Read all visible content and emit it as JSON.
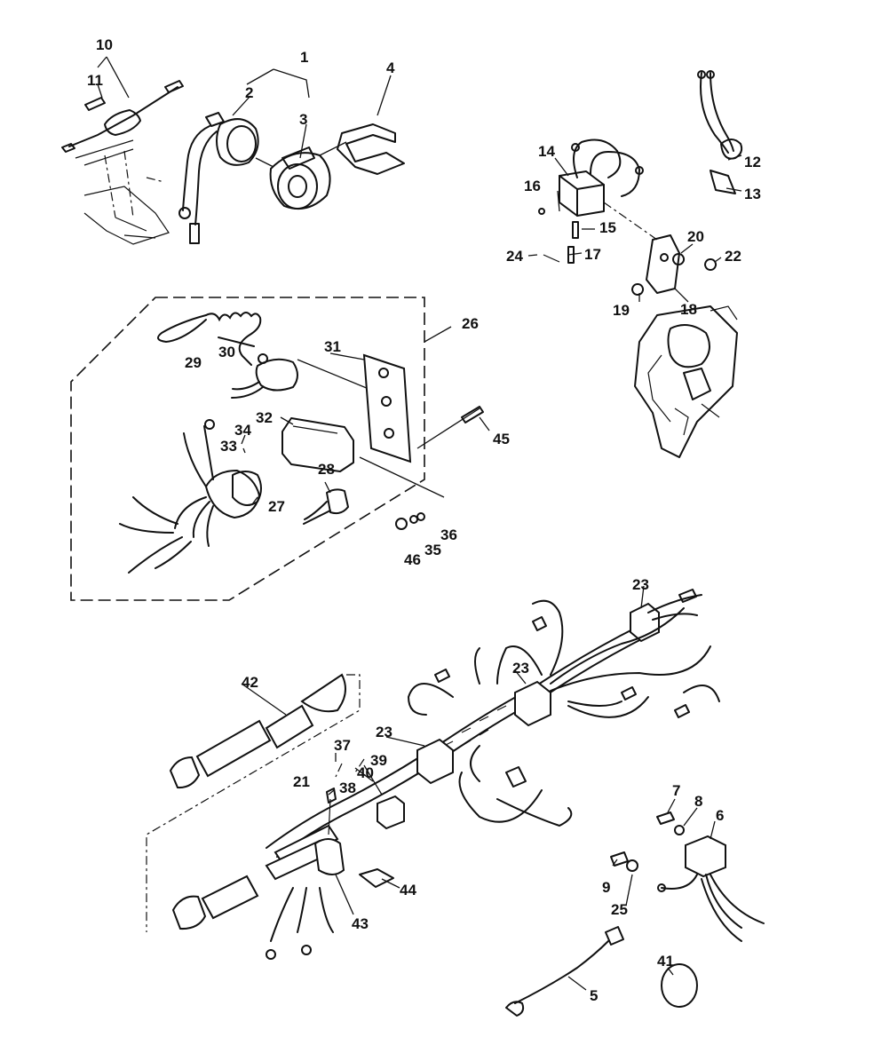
{
  "labels": {
    "p1": "1",
    "p2": "2",
    "p3": "3",
    "p4": "4",
    "p5": "5",
    "p6": "6",
    "p7": "7",
    "p8": "8",
    "p9": "9",
    "p10": "10",
    "p11": "11",
    "p12": "12",
    "p13": "13",
    "p14": "14",
    "p15": "15",
    "p16": "16",
    "p17": "17",
    "p18": "18",
    "p19": "19",
    "p20": "20",
    "p21": "21",
    "p22": "22",
    "p23a": "23",
    "p23b": "23",
    "p23c": "23",
    "p24": "24",
    "p25": "25",
    "p26": "26",
    "p27": "27",
    "p28": "28",
    "p29": "29",
    "p30": "30",
    "p31": "31",
    "p32": "32",
    "p33": "33",
    "p34": "34",
    "p35": "35",
    "p36": "36",
    "p37": "37",
    "p38": "38",
    "p39": "39",
    "p40": "40",
    "p41": "41",
    "p42": "42",
    "p43": "43",
    "p44": "44",
    "p45": "45",
    "p46": "46"
  }
}
